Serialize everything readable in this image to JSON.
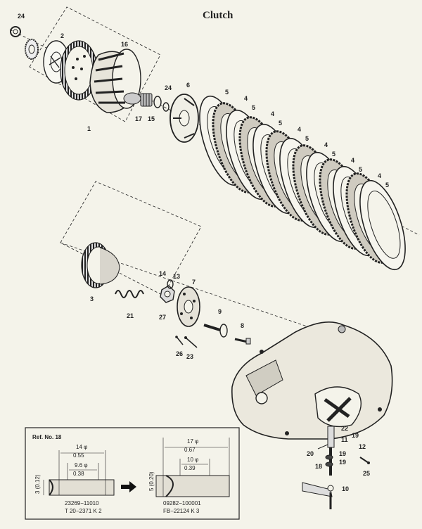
{
  "title": "Clutch",
  "parts": [
    {
      "id": "24a",
      "label": "24"
    },
    {
      "id": "2",
      "label": "2"
    },
    {
      "id": "16",
      "label": "16"
    },
    {
      "id": "1",
      "label": "1"
    },
    {
      "id": "17",
      "label": "17"
    },
    {
      "id": "15",
      "label": "15"
    },
    {
      "id": "24b",
      "label": "24"
    },
    {
      "id": "6",
      "label": "6"
    },
    {
      "id": "5",
      "label": "5"
    },
    {
      "id": "4",
      "label": "4"
    },
    {
      "id": "3",
      "label": "3"
    },
    {
      "id": "21",
      "label": "21"
    },
    {
      "id": "14",
      "label": "14"
    },
    {
      "id": "13",
      "label": "13"
    },
    {
      "id": "27",
      "label": "27"
    },
    {
      "id": "7",
      "label": "7"
    },
    {
      "id": "9",
      "label": "9"
    },
    {
      "id": "8",
      "label": "8"
    },
    {
      "id": "26",
      "label": "26"
    },
    {
      "id": "23",
      "label": "23"
    },
    {
      "id": "22",
      "label": "22"
    },
    {
      "id": "19",
      "label": "19"
    },
    {
      "id": "11",
      "label": "11"
    },
    {
      "id": "20",
      "label": "20"
    },
    {
      "id": "12",
      "label": "12"
    },
    {
      "id": "18",
      "label": "18"
    },
    {
      "id": "25",
      "label": "25"
    },
    {
      "id": "10",
      "label": "10"
    }
  ],
  "reference": {
    "label": "Ref. No. 18",
    "left": {
      "dim_14": "14 φ",
      "dim_14_in": "0.55",
      "dim_9": "9.6 φ",
      "dim_9_in": "0.38",
      "height": "3 (0.12)",
      "part_no": "23269−11010",
      "code": "T 20−2371 K 2"
    },
    "right": {
      "dim_17": "17 φ",
      "dim_17_in": "0.67",
      "dim_10": "10 φ",
      "dim_10_in": "0.39",
      "height": "5 (0.20)",
      "part_no": "09282−100001",
      "code": "FB−22124 K 3"
    }
  }
}
